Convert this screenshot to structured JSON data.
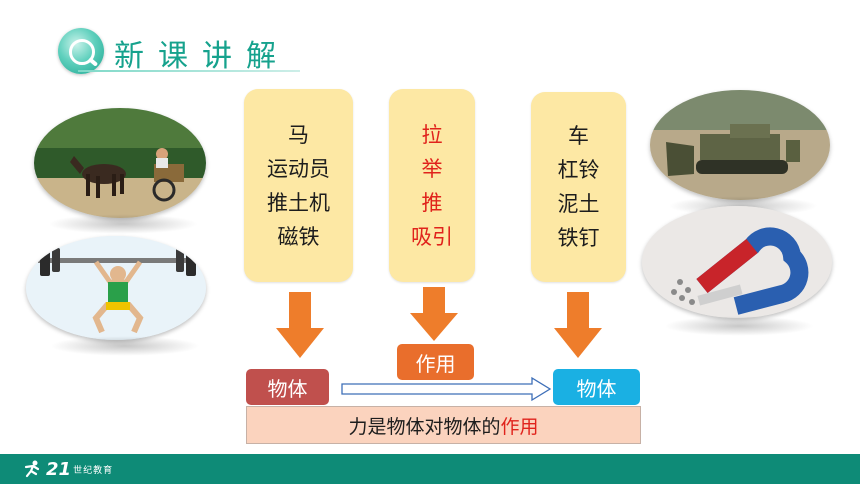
{
  "header": {
    "title": "新课讲解"
  },
  "cards": [
    {
      "items": [
        "马",
        "运动员",
        "推土机",
        "磁铁"
      ]
    },
    {
      "items": [
        "拉",
        "举",
        "推",
        "吸引"
      ]
    },
    {
      "items": [
        "车",
        "杠铃",
        "泥土",
        "铁钉"
      ]
    }
  ],
  "labels": {
    "left_box": "物体",
    "middle_box": "作用",
    "right_box": "物体"
  },
  "conclusion": {
    "prefix": "力是物体对物体的",
    "highlight": "作用"
  },
  "footer": {
    "logo_number": "21",
    "logo_text": "世纪教育"
  },
  "colors": {
    "accent": "#16a28d",
    "card": "#fde8a4",
    "arrow": "#ee7d2b",
    "left_box": "#c0504d",
    "middle_box": "#e96e2c",
    "right_box": "#1ab0e3",
    "highlight": "#e0231c",
    "footer": "#0e8b77"
  }
}
